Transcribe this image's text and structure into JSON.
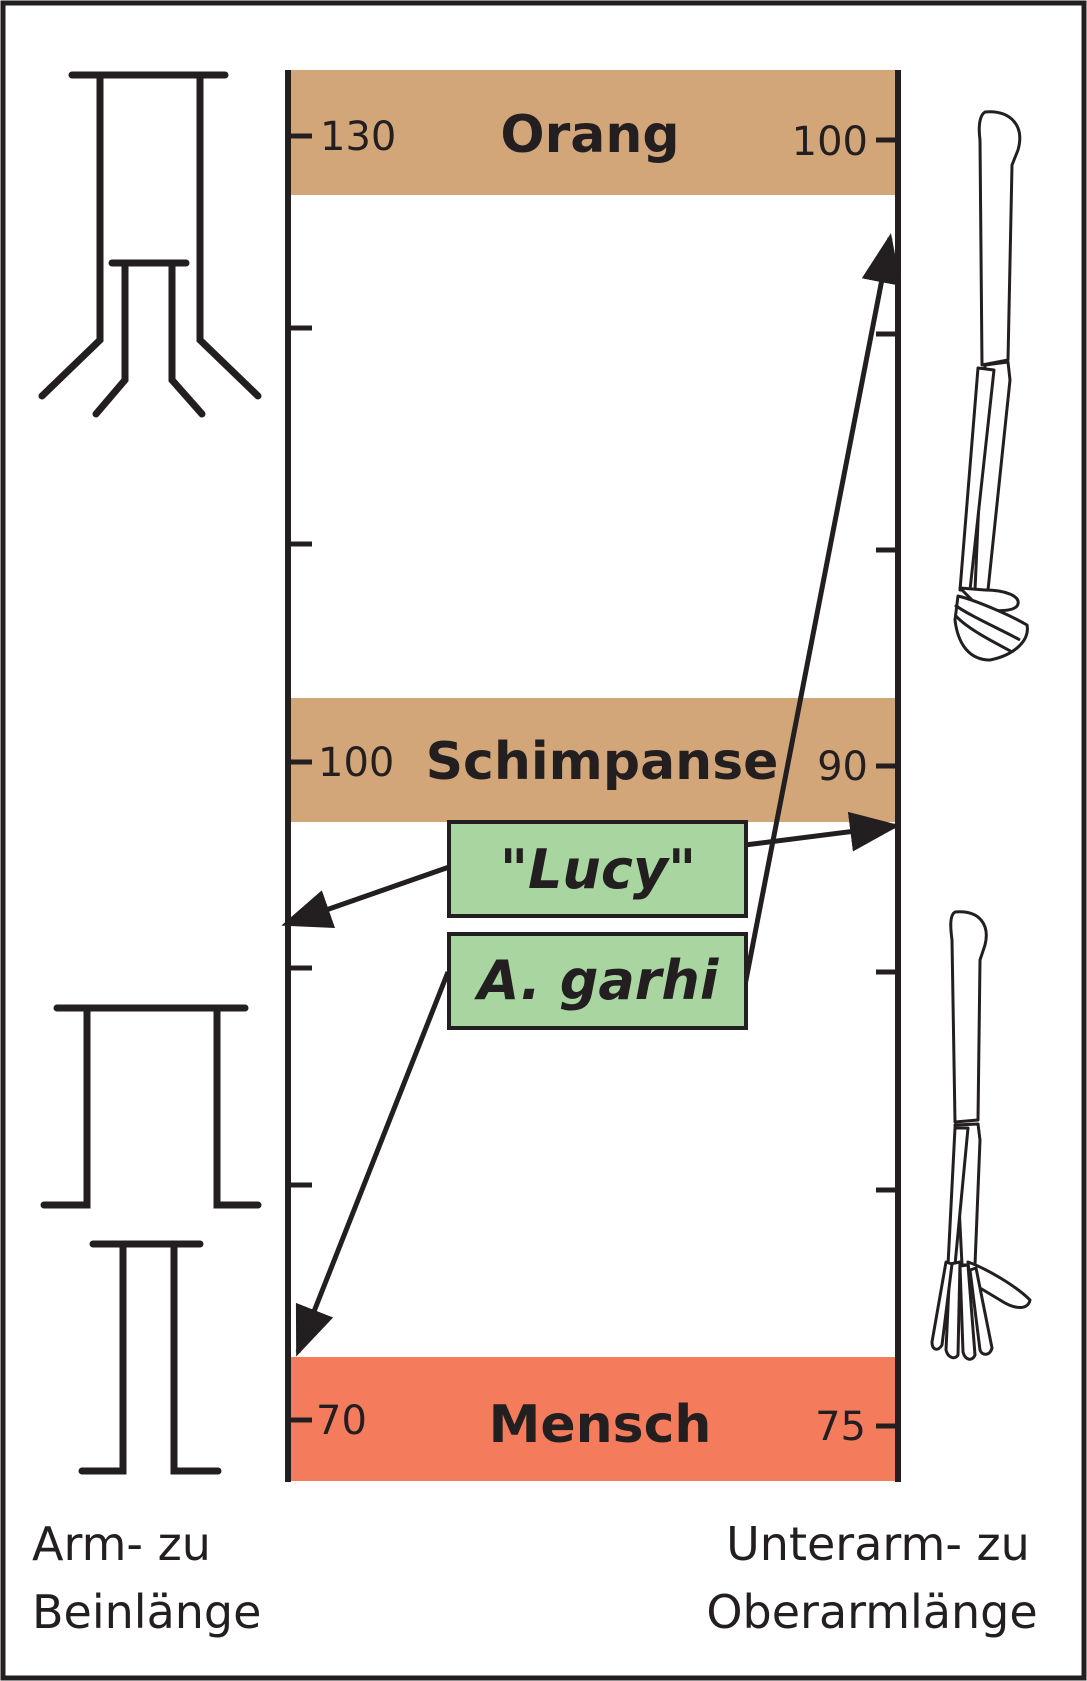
{
  "colors": {
    "ape_band": "#d2a679",
    "human_band": "#f47c5c",
    "fossil_box": "#a8d5a0",
    "line": "#231f20"
  },
  "bands": {
    "orang": {
      "label": "Orang",
      "left_value": "130",
      "right_value": "100"
    },
    "schimpanse": {
      "label": "Schimpanse",
      "left_value": "100",
      "right_value": "90"
    },
    "mensch": {
      "label": "Mensch",
      "left_value": "70",
      "right_value": "75"
    }
  },
  "fossils": {
    "lucy": {
      "label": "\"Lucy\""
    },
    "garhi": {
      "label": "A. garhi"
    }
  },
  "axes": {
    "left_title_line1": "Arm- zu",
    "left_title_line2": "Beinlänge",
    "right_title_line1": "Unterarm- zu",
    "right_title_line2": "Oberarmlänge"
  },
  "icons": {
    "ape_proportion": "ape-limb-proportion-icon",
    "human_proportion": "human-limb-proportion-icon",
    "ape_arm": "ape-arm-skeleton-icon",
    "human_arm": "human-arm-skeleton-icon"
  }
}
